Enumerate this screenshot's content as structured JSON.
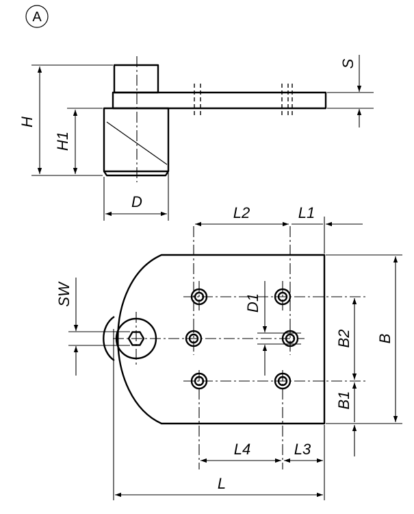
{
  "view_marker": "A",
  "labels": {
    "S": "S",
    "H": "H",
    "H1": "H1",
    "D": "D",
    "L2": "L2",
    "L1": "L1",
    "SW": "SW",
    "D1": "D1",
    "B2": "B2",
    "B": "B",
    "B1": "B1",
    "L4": "L4",
    "L3": "L3",
    "L": "L"
  }
}
